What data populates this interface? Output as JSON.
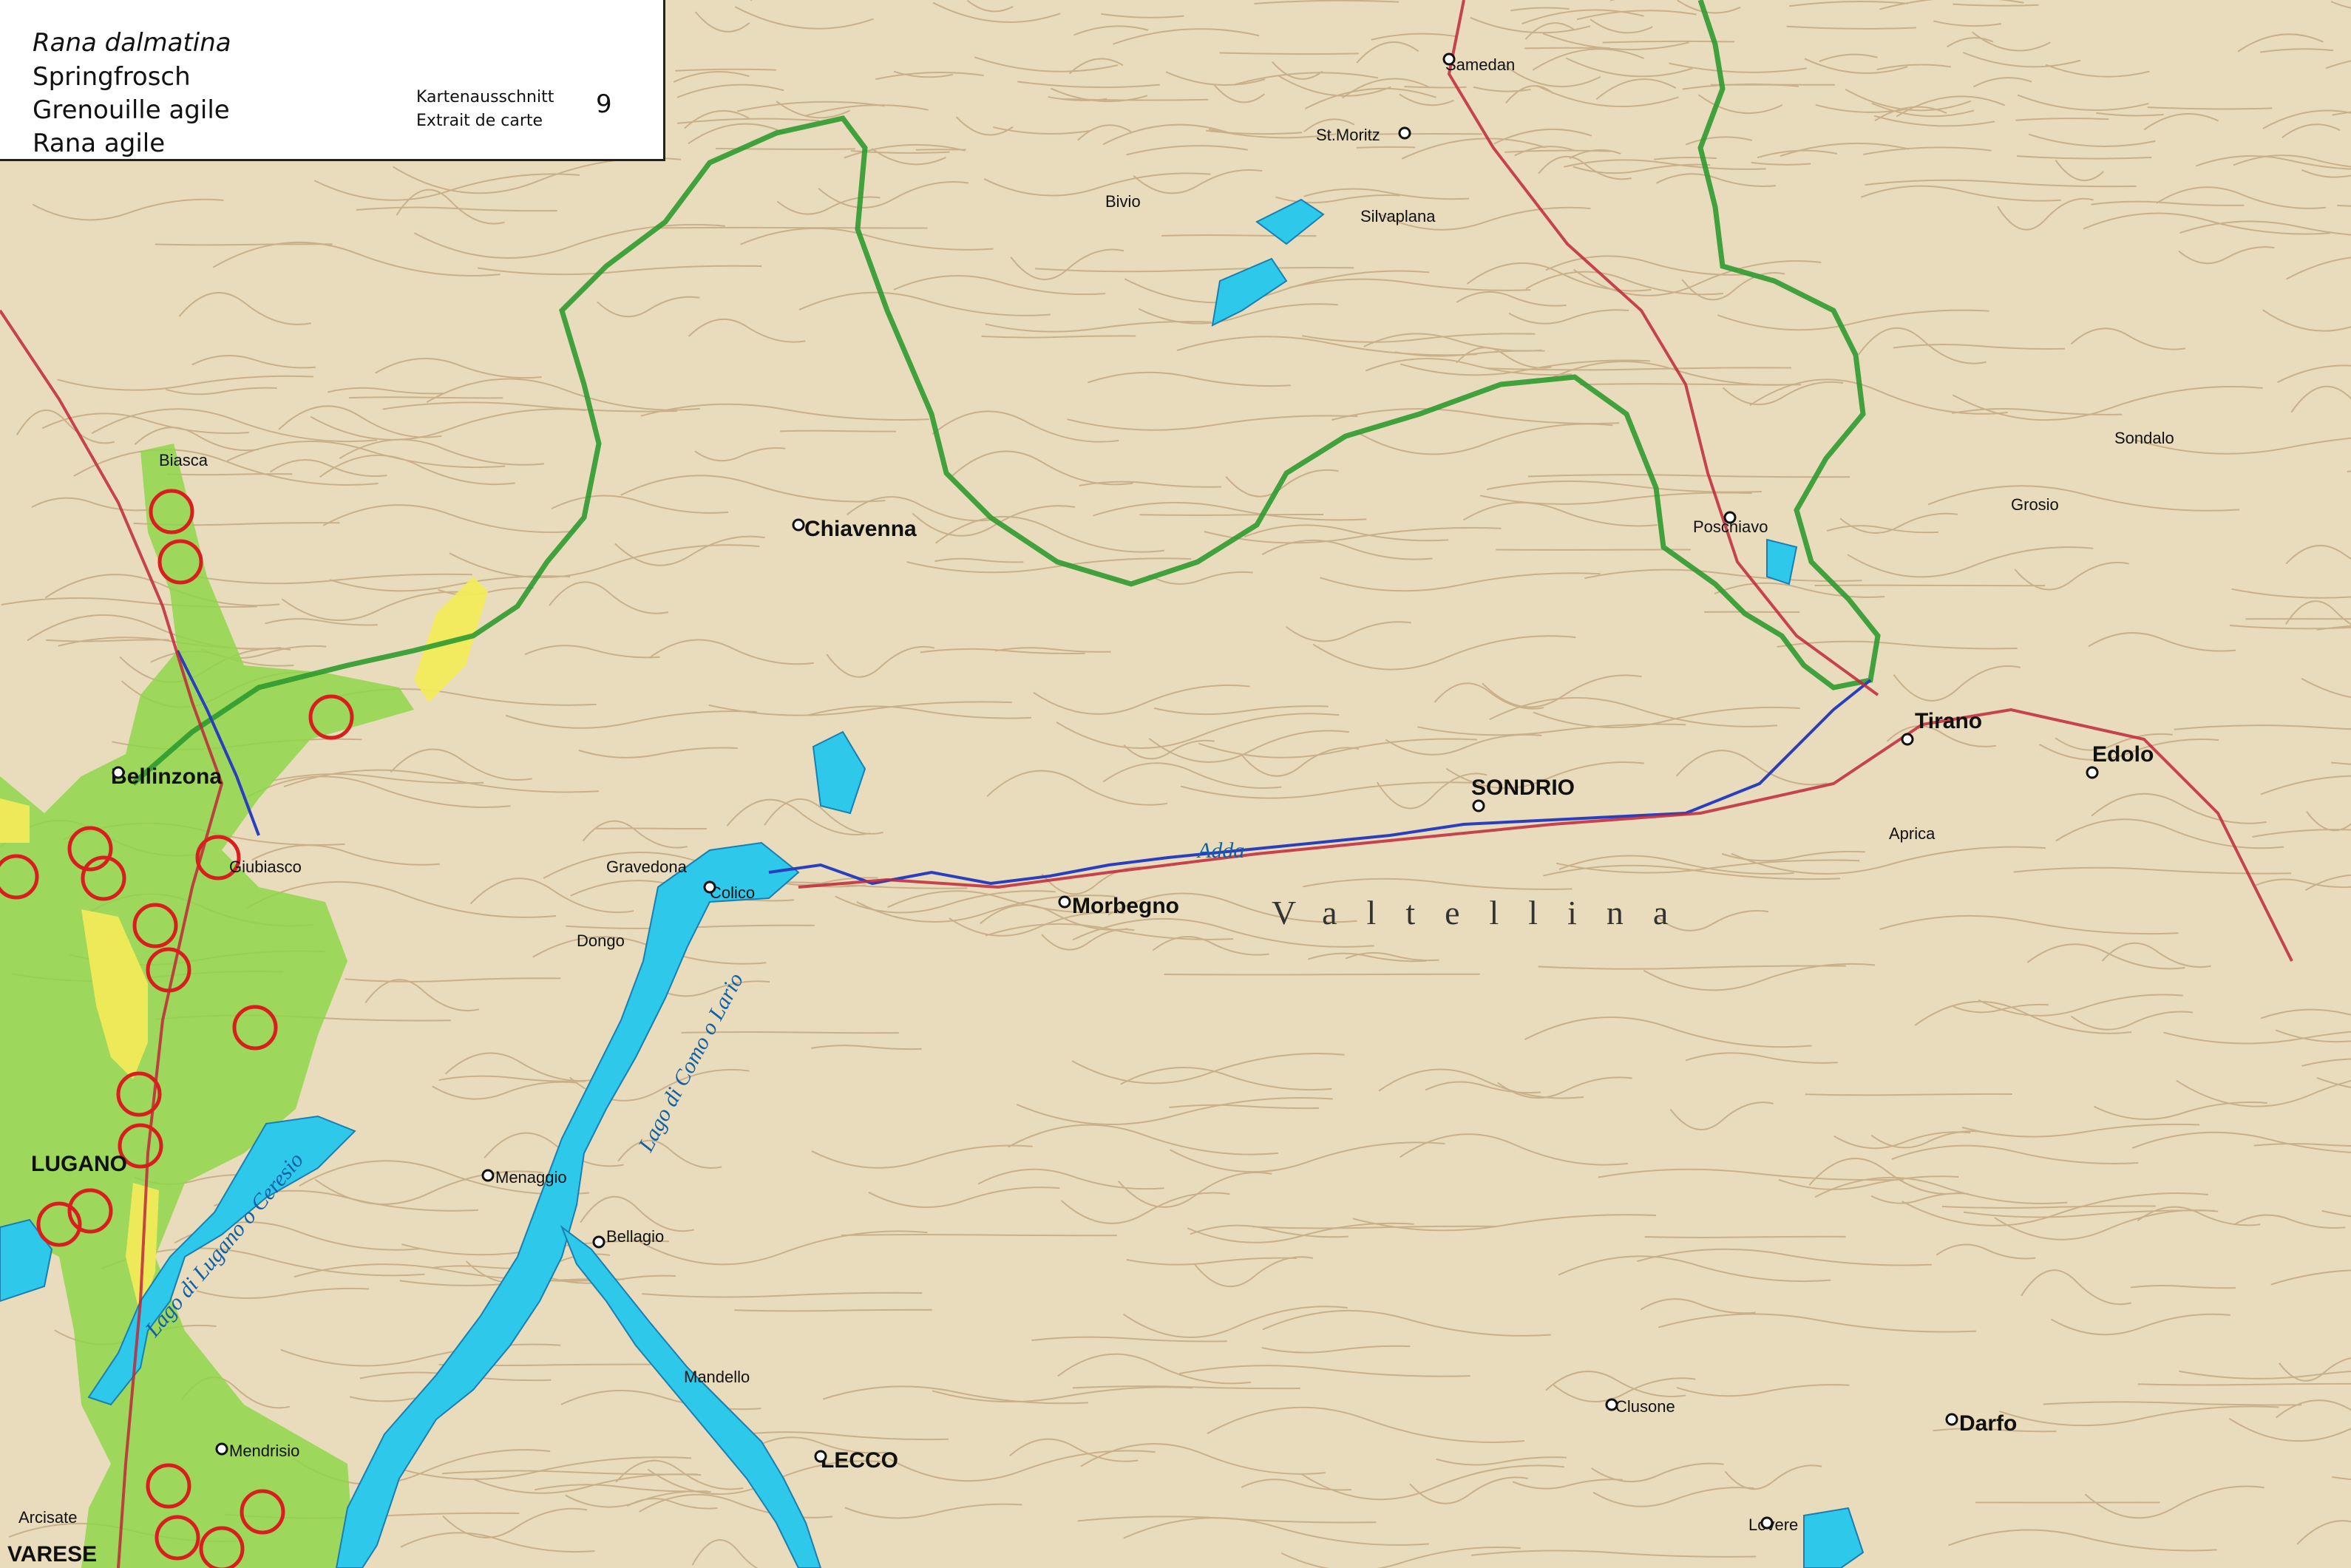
{
  "header": {
    "species_latin": "Rana dalmatina",
    "species_de": "Springfrosch",
    "species_fr": "Grenouille agile",
    "species_it": "Rana agile",
    "sheet_label_de": "Kartenausschnitt",
    "sheet_label_fr": "Extrait de carte",
    "sheet_number": "9"
  },
  "colors": {
    "terrain": "#e9dcbc",
    "contour": "#b89a70",
    "lake": "#2ec8ea",
    "occurrence_green": "#8fd64a",
    "occurrence_yellow": "#f2ea5a",
    "record_circle": "#d81e1e",
    "border": "#2f9a2f",
    "road_main": "#c0283a",
    "river": "#2a3fbf"
  },
  "places": {
    "bellinzona": "Bellinzona",
    "lugano": "LUGANO",
    "chiavenna": "Chiavenna",
    "st_moritz": "St.Moritz",
    "samedan": "Samedan",
    "sondrio": "SONDRIO",
    "tirano": "Tirano",
    "morbegno": "Morbegno",
    "lecco": "LECCO",
    "edolo": "Edolo",
    "poschiavo": "Poschiavo",
    "colico": "Colico",
    "bellagio": "Bellagio",
    "menaggio": "Menaggio",
    "mendrisio": "Mendrisio",
    "varese": "VARESE",
    "arcisate": "Arcisate",
    "biasca": "Biasca",
    "giubiasco": "Giubiasco",
    "gravedona": "Gravedona",
    "darfo": "Darfo",
    "clusone": "Clusone",
    "lovere": "Lovere",
    "bivio": "Bivio",
    "silvaplana": "Silvaplana",
    "grosio": "Grosio",
    "sondalo": "Sondalo",
    "aprica": "Aprica",
    "mandello": "Mandello",
    "dongo": "Dongo"
  },
  "lakes": {
    "lago_di_como": "Lago di Como o Lario",
    "lago_di_lugano": "Lago di Lugano o Ceresio",
    "adda": "Adda"
  },
  "valley_label": "Valtellina"
}
